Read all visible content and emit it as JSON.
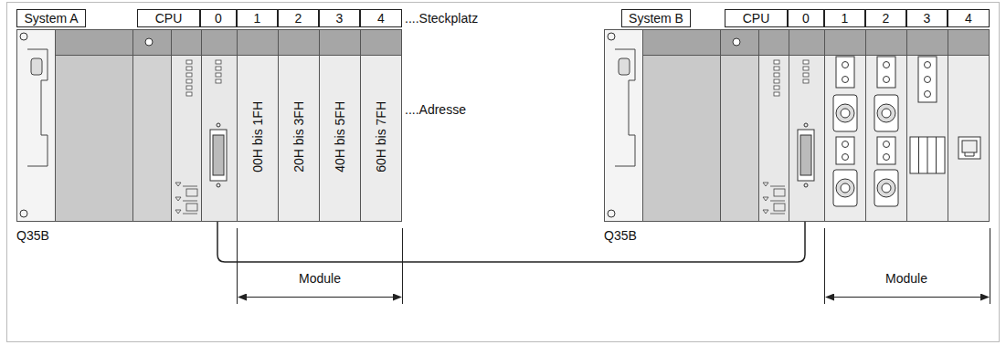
{
  "diagram": {
    "nodes": [
      {
        "text": [
          "System A"
        ]
      },
      {
        "text": [
          "CPU"
        ]
      },
      {
        "text": [
          "0"
        ]
      },
      {
        "text": [
          "1"
        ]
      },
      {
        "text": [
          "2"
        ]
      },
      {
        "text": [
          "3"
        ]
      },
      {
        "text": [
          "4"
        ]
      },
      {
        "text": [
          "Q35B"
        ]
      },
      {
        "text": [
          "00H bis 1FH"
        ],
        "in": 7
      },
      {
        "text": [
          "20H bis 3FH"
        ],
        "in": 7
      },
      {
        "text": [
          "40H bis 5FH"
        ],
        "in": 7
      },
      {
        "text": [
          "60H bis 7FH"
        ],
        "in": 7
      },
      {
        "text": [
          "System B"
        ]
      },
      {
        "text": [
          "CPU"
        ]
      },
      {
        "text": [
          "0"
        ]
      },
      {
        "text": [
          "1"
        ]
      },
      {
        "text": [
          "2"
        ]
      },
      {
        "text": [
          "3"
        ]
      },
      {
        "text": [
          "4"
        ]
      },
      {
        "text": [
          "Q35B"
        ]
      }
    ],
    "edges": [
      {
        "from": 7,
        "to": 19,
        "arrow": "none"
      }
    ],
    "labels": [
      "....Steckplatz",
      "....Adresse",
      "Module",
      "Module"
    ]
  }
}
